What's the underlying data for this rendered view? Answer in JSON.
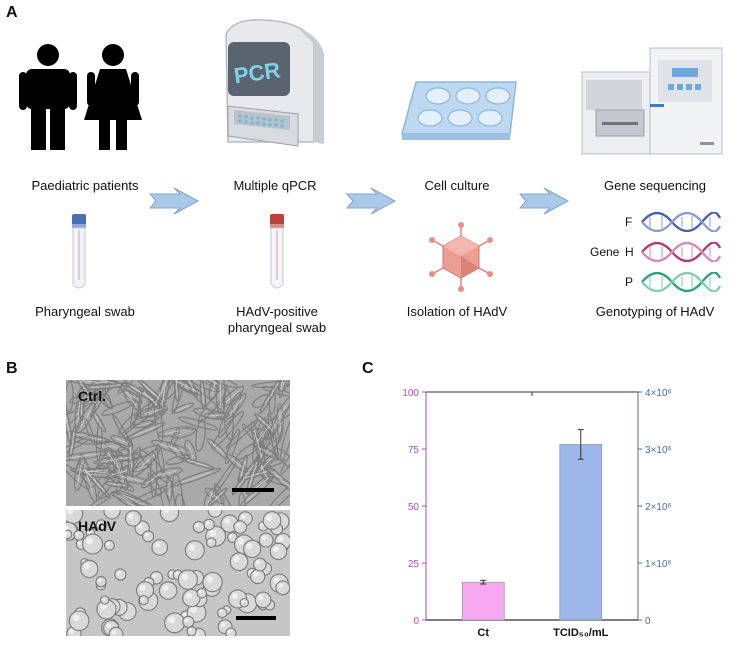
{
  "panel_a": {
    "letter": "A",
    "steps": [
      {
        "label": "Paediatric patients",
        "sub_label": "Pharyngeal swab"
      },
      {
        "label": "Multiple qPCR",
        "sub_label": "HAdV-positive pharyngeal swab",
        "machine_text": "PCR"
      },
      {
        "label": "Cell culture",
        "sub_label": "Isolation of HAdV"
      },
      {
        "label": "Gene sequencing",
        "sub_label": "Genotyping of HAdV"
      }
    ],
    "gene": {
      "label": "Gene",
      "letters": [
        "F",
        "H",
        "P"
      ]
    },
    "colors": {
      "arrow": "#a9c9e8",
      "swab_cap_1": "#4a6fb5",
      "swab_cap_2": "#b5443c",
      "virus": "#e58f86",
      "dna_f": "#4a5fb0",
      "dna_h": "#b23a78",
      "dna_p": "#2aa37a"
    }
  },
  "panel_b": {
    "letter": "B",
    "top_label": "Ctrl.",
    "bottom_label": "HAdV"
  },
  "panel_c": {
    "letter": "C",
    "chart_data": {
      "type": "bar",
      "categories": [
        "Ct",
        "TCID₅₀/mL"
      ],
      "left_axis": {
        "ylim": [
          0,
          100
        ],
        "ticks": [
          "0",
          "25",
          "50",
          "75",
          "100"
        ],
        "color": "#b04fb0"
      },
      "right_axis": {
        "ylim": [
          0,
          4000000
        ],
        "ticks": [
          "0",
          "1×10⁶",
          "2×10⁶",
          "3×10⁶",
          "4×10⁶"
        ],
        "color": "#4a6f9e"
      },
      "series": [
        {
          "category": "Ct",
          "value": 16.6,
          "error": 0.8,
          "axis": "left",
          "color": "#f6a8f0"
        },
        {
          "category": "TCID₅₀/mL",
          "value": 3080000,
          "error": 260000,
          "axis": "right",
          "color": "#9db7ea"
        }
      ],
      "grid": false,
      "legend": "none"
    }
  }
}
